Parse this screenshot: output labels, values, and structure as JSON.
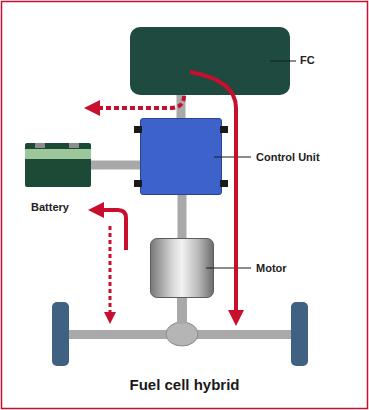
{
  "diagram": {
    "title": "Fuel cell hybrid",
    "nodes": [
      {
        "text": [
          "FC"
        ]
      },
      {
        "text": [
          "Control Unit"
        ]
      },
      {
        "text": [
          "Battery"
        ]
      },
      {
        "text": [
          "Motor"
        ]
      }
    ],
    "edges": [
      {
        "from": 0,
        "to": 1,
        "arrow": "none"
      },
      {
        "from": 1,
        "to": 2,
        "arrow": "none"
      },
      {
        "from": 1,
        "to": 3,
        "arrow": "none"
      }
    ]
  }
}
